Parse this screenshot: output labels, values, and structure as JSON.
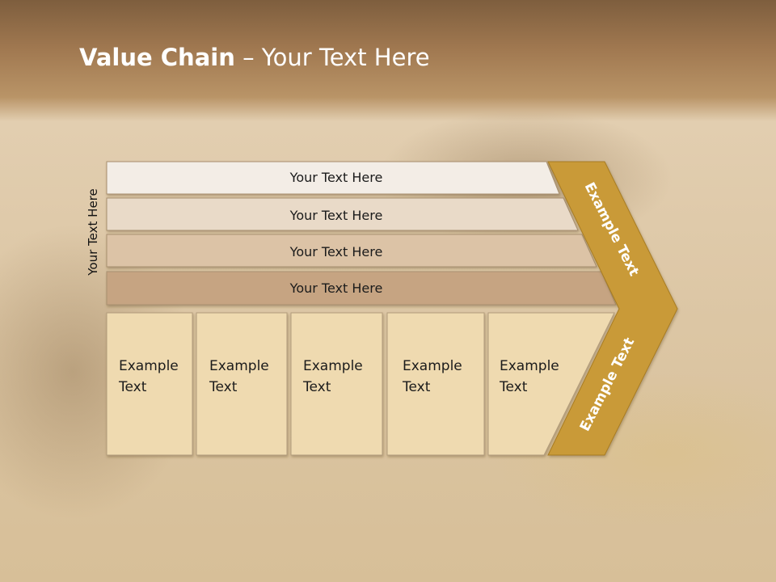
{
  "slide": {
    "title_bold": "Value Chain",
    "title_rest": " – Your Text Here",
    "side_label": "Your Text Here"
  },
  "bars": [
    {
      "label": "Your Text Here",
      "color": "#f3ede6"
    },
    {
      "label": "Your Text Here",
      "color": "#e9dac8"
    },
    {
      "label": "Your Text Here",
      "color": "#dcc3a6"
    },
    {
      "label": "Your Text Here",
      "color": "#c6a482"
    }
  ],
  "boxes": [
    {
      "line1": "Example",
      "line2": "Text"
    },
    {
      "line1": "Example",
      "line2": "Text"
    },
    {
      "line1": "Example",
      "line2": "Text"
    },
    {
      "line1": "Example",
      "line2": "Text"
    },
    {
      "line1": "Example",
      "line2": "Text"
    }
  ],
  "arrow": {
    "upper_text": "Example Text",
    "lower_text": "Example Text",
    "color": "#c99a37"
  },
  "colors": {
    "box_fill": "#efdab0",
    "box_border": "#b29c7b",
    "text": "#1b1b1b"
  }
}
